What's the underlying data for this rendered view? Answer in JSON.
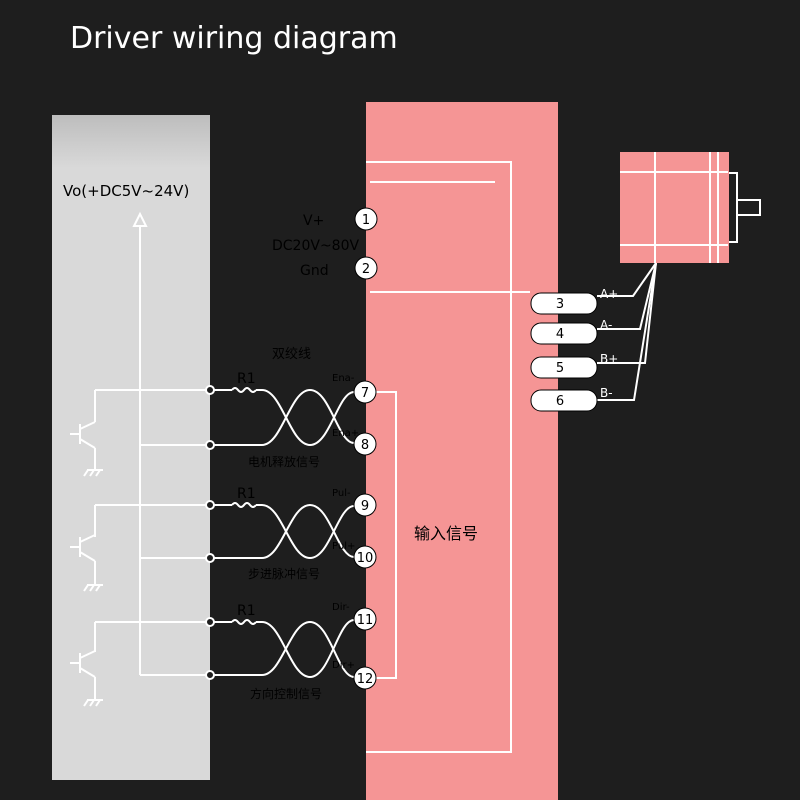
{
  "title": "Driver wiring diagram",
  "controller": {
    "supply_label": "Vo(+DC5V~24V)",
    "resistor_label": "R1"
  },
  "driver": {
    "power": {
      "vplus_label": "V+",
      "voltage_label": "DC20V~80V",
      "gnd_label": "Gnd",
      "pins": [
        "1",
        "2"
      ]
    },
    "twisted_pair_label": "双绞线",
    "input_label": "输入信号",
    "signal_groups": [
      {
        "minus_label": "Ena-",
        "plus_label": "Ena+",
        "minus_pin": "7",
        "plus_pin": "8",
        "caption": "电机释放信号"
      },
      {
        "minus_label": "Pul-",
        "plus_label": "Pul+",
        "minus_pin": "9",
        "plus_pin": "10",
        "caption": "步进脉冲信号"
      },
      {
        "minus_label": "Dir-",
        "plus_label": "Dir+",
        "minus_pin": "11",
        "plus_pin": "12",
        "caption": "方向控制信号"
      }
    ]
  },
  "motor": {
    "phases": [
      {
        "pin": "3",
        "label": "A+"
      },
      {
        "pin": "4",
        "label": "A-"
      },
      {
        "pin": "5",
        "label": "B+"
      },
      {
        "pin": "6",
        "label": "B-"
      }
    ]
  },
  "colors": {
    "background": "#1e1e1e",
    "controller_panel": "#d8d8d8",
    "driver_panel": "#f59595",
    "wire": "#ffffff",
    "text_dark": "#000000",
    "text_light": "#ffffff"
  }
}
